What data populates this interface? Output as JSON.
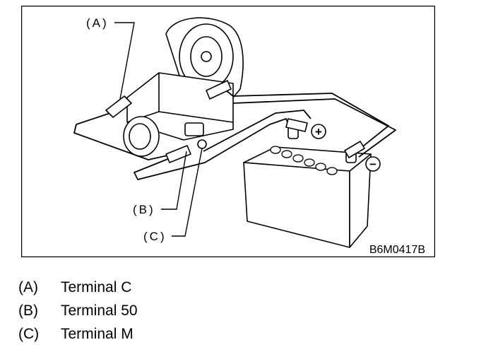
{
  "figure": {
    "callouts": [
      {
        "id": "A",
        "label": "(A)"
      },
      {
        "id": "B",
        "label": "(B)"
      },
      {
        "id": "C",
        "label": "(C)"
      }
    ],
    "polarity": {
      "positive": "+",
      "negative": "−"
    },
    "code": "B6M0417B"
  },
  "legend": [
    {
      "key": "(A)",
      "text": "Terminal C"
    },
    {
      "key": "(B)",
      "text": "Terminal 50"
    },
    {
      "key": "(C)",
      "text": "Terminal M"
    }
  ],
  "colors": {
    "ink": "#000000",
    "paper": "#ffffff"
  }
}
